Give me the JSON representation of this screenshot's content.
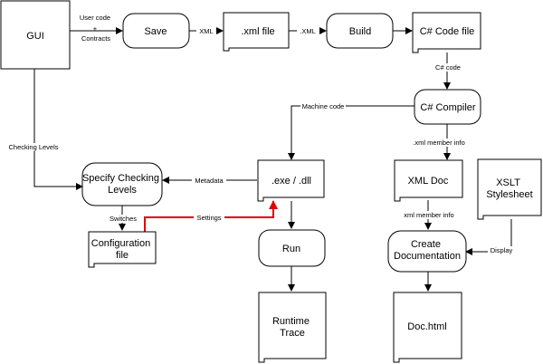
{
  "nodes": {
    "gui": "GUI",
    "save": "Save",
    "xml_file": ".xml file",
    "build": "Build",
    "csharp_code_file": "C# Code file",
    "csharp_compiler": "C# Compiler",
    "specify_checking_levels": [
      "Specify Checking",
      "Levels"
    ],
    "exe_dll": ".exe / .dll",
    "xml_doc": "XML Doc",
    "xslt_stylesheet": [
      "XSLT",
      "Stylesheet"
    ],
    "configuration_file": [
      "Configuration",
      "file"
    ],
    "run": "Run",
    "create_documentation": [
      "Create",
      "Documentation"
    ],
    "runtime_trace": [
      "Runtime",
      "Trace"
    ],
    "doc_html": "Doc.html"
  },
  "edges": {
    "gui_to_save": [
      "User code",
      "+",
      "Contracts"
    ],
    "save_to_xml": "XML",
    "xml_to_build": ".XML",
    "code_to_compiler": "C# code",
    "compiler_to_exe": "Machine code",
    "gui_to_specify": "Checking Levels",
    "exe_to_specify": "Metadata",
    "compiler_to_xmldoc": ".xml member info",
    "specify_to_config": "Switches",
    "config_to_exe": "Settings",
    "xmldoc_to_create": "xml member info",
    "xslt_to_create": "Display"
  },
  "colors": {
    "stroke": "#000000",
    "highlight_edge": "#e00000",
    "background": "#ffffff"
  }
}
